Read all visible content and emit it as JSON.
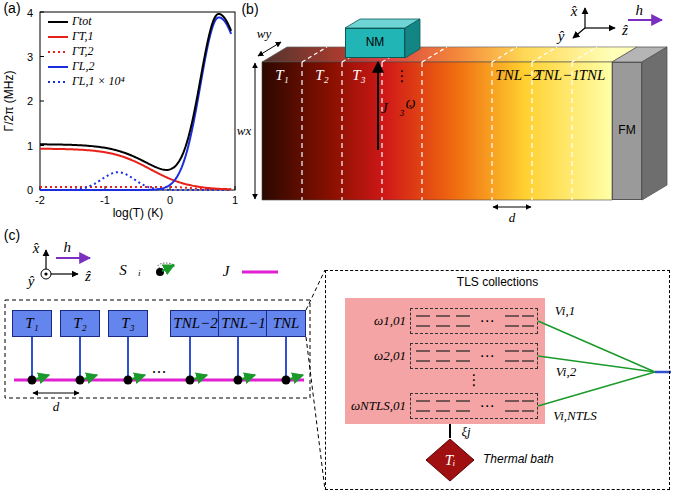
{
  "diagram": {
    "nodes": [
      {
        "text": [
          "T₁"
        ]
      },
      {
        "text": [
          "T₂"
        ]
      },
      {
        "text": [
          "T₃"
        ]
      },
      {
        "text": [
          "TNL−2"
        ]
      },
      {
        "text": [
          "TNL−1"
        ]
      },
      {
        "text": [
          "TNL"
        ]
      },
      {
        "text": [
          "NM"
        ]
      },
      {
        "text": [
          "FM"
        ]
      },
      {
        "text": [
          "T₁"
        ]
      },
      {
        "text": [
          "T₂"
        ]
      },
      {
        "text": [
          "T₃"
        ]
      },
      {
        "text": [
          "TNL−2"
        ]
      },
      {
        "text": [
          "TNL−1"
        ]
      },
      {
        "text": [
          "TNL"
        ]
      },
      {
        "text": [
          "TLS collections"
        ]
      },
      {
        "text": [
          "ω1,01"
        ],
        "in": 14
      },
      {
        "text": [
          "ω2,01"
        ],
        "in": 14
      },
      {
        "text": [
          "ωNTLS,01"
        ],
        "in": 14
      },
      {
        "text": [
          "Tᵢ",
          "Thermal bath"
        ],
        "in": 14
      }
    ],
    "edges": [
      {
        "from": 13,
        "to": 14,
        "arrow": "none"
      }
    ],
    "labels": [
      "(a)",
      "0",
      "1",
      "2",
      "3",
      "4",
      "-2",
      "-1",
      "0",
      "1",
      "Γ/2π (MHz)",
      "log(T) (K)",
      "(b)",
      "wy",
      "wx",
      "d",
      "x̂",
      "ŷ",
      "ẑ",
      "h⃗",
      "J⃗₃⁽ˢ⁾",
      "⋮",
      "(c)",
      "x̂",
      "ŷ",
      "ẑ",
      "h⃗",
      "S⃗ᵢ",
      "J",
      "…",
      "d",
      "⋯",
      "⋯",
      "⋯",
      "⋮",
      "Vi,1",
      "Vi,2",
      "Vi,NTLS",
      "ξj"
    ],
    "legend": [
      {
        "text": "Γtot"
      },
      {
        "text": "ΓT,1"
      },
      {
        "text": "ΓT,2"
      },
      {
        "text": "ΓL,2"
      },
      {
        "text": "ΓL,1 × 10⁴"
      }
    ]
  }
}
